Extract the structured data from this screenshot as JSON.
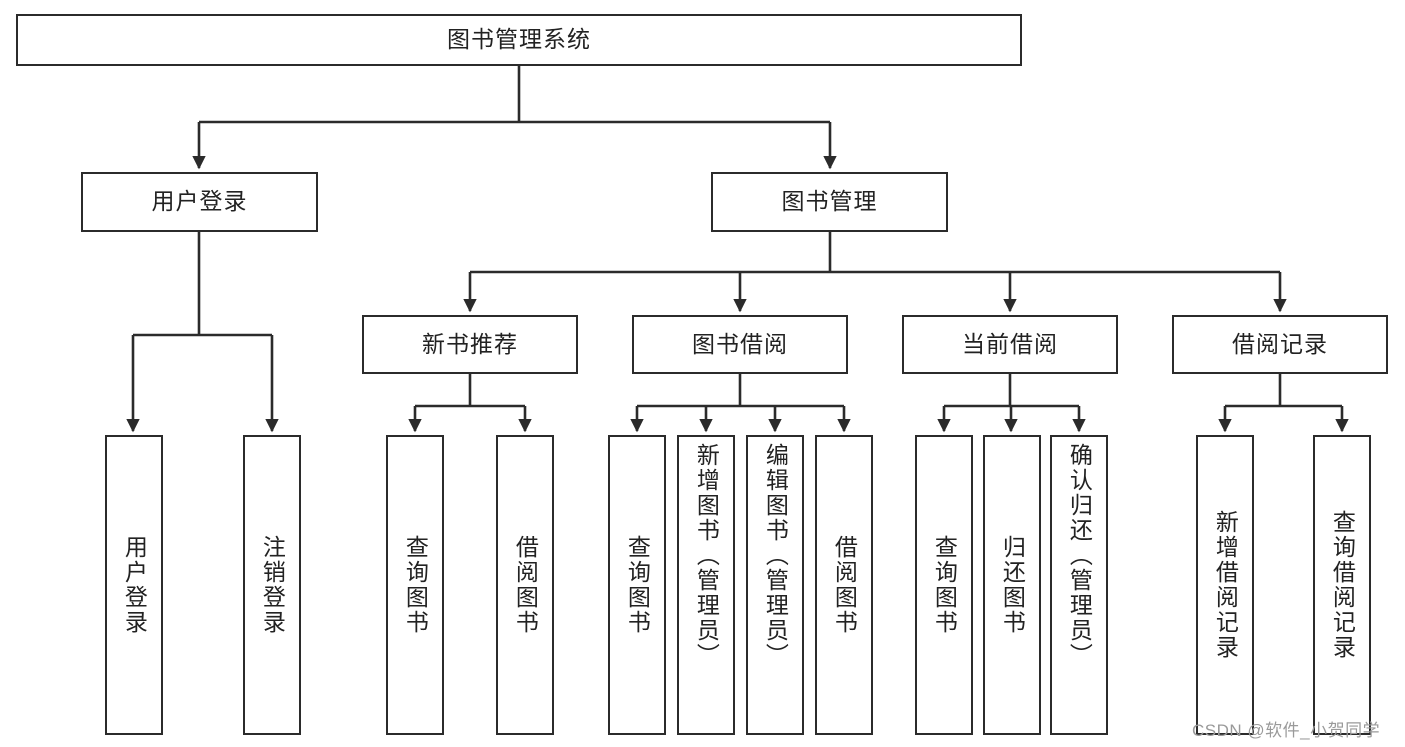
{
  "diagram": {
    "title": "图书管理系统",
    "type": "tree-hierarchy-diagram",
    "root": {
      "label": "图书管理系统"
    },
    "level2": [
      {
        "label": "用户登录"
      },
      {
        "label": "图书管理"
      }
    ],
    "level3": [
      {
        "label": "新书推荐"
      },
      {
        "label": "图书借阅"
      },
      {
        "label": "当前借阅"
      },
      {
        "label": "借阅记录"
      }
    ],
    "leaves": {
      "user_login": [
        {
          "label": "用户登录"
        },
        {
          "label": "注销登录"
        }
      ],
      "new_book_recommend": [
        {
          "label": "查询图书"
        },
        {
          "label": "借阅图书"
        }
      ],
      "book_borrow": [
        {
          "label": "查询图书"
        },
        {
          "label": "新增图书（管理员）"
        },
        {
          "label": "编辑图书（管理员）"
        },
        {
          "label": "借阅图书"
        }
      ],
      "current_borrow": [
        {
          "label": "查询图书"
        },
        {
          "label": "归还图书"
        },
        {
          "label": "确认归还（管理员）"
        }
      ],
      "borrow_record": [
        {
          "label": "新增借阅记录"
        },
        {
          "label": "查询借阅记录"
        }
      ]
    }
  },
  "watermark": {
    "text": "CSDN @软件_小贺同学"
  },
  "colors": {
    "stroke": "#2b2b2b",
    "box_fill": "#ffffff",
    "text": "#222222",
    "watermark": "#9a9a9a",
    "background": "#ffffff"
  }
}
